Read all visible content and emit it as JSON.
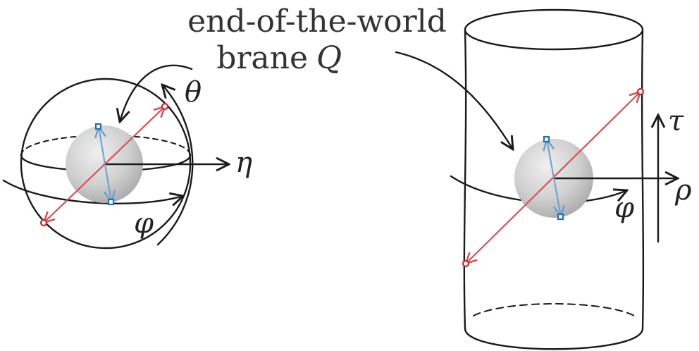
{
  "annotation": {
    "line1": "end-of-the-world",
    "line2_text": "brane",
    "line2_symbol": "Q"
  },
  "left_figure": {
    "labels": {
      "theta": "θ",
      "eta": "η",
      "phi": "φ"
    }
  },
  "right_figure": {
    "labels": {
      "tau": "τ",
      "rho": "ρ",
      "phi": "φ"
    }
  },
  "colors": {
    "ink": "#1a1a1a",
    "geodesic_red": "#e0454a",
    "geodesic_blue": "#6a9fd0",
    "brane_gray": "#c8c8c8"
  }
}
